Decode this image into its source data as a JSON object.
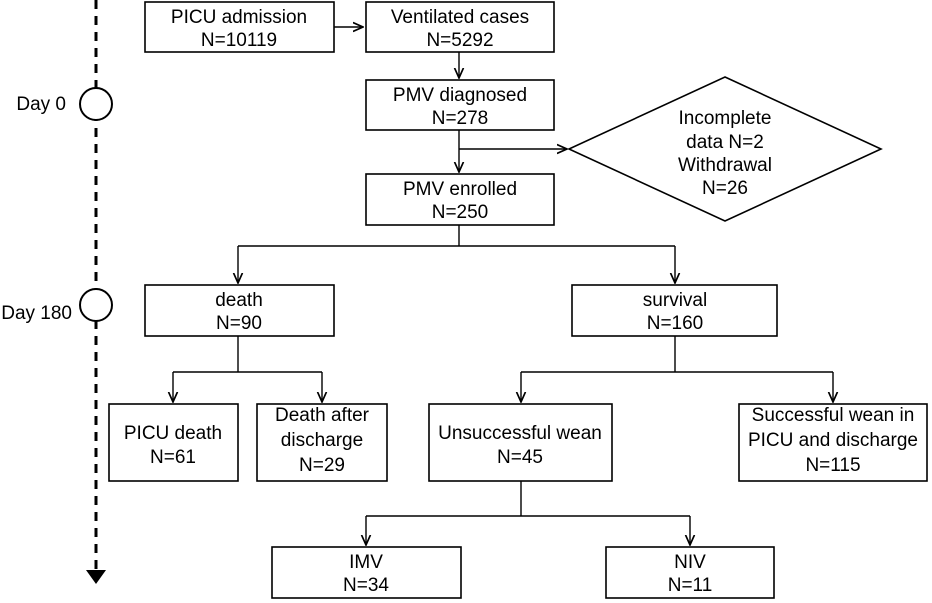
{
  "timeline": {
    "day0_label": "Day 0",
    "day180_label": "Day 180"
  },
  "boxes": {
    "picu_admission": {
      "line1": "PICU admission",
      "line2": "N=10119"
    },
    "ventilated": {
      "line1": "Ventilated cases",
      "line2": "N=5292"
    },
    "pmv_diagnosed": {
      "line1": "PMV diagnosed",
      "line2": "N=278"
    },
    "excluded": {
      "line1": "Incomplete",
      "line2": "data N=2",
      "line3": "Withdrawal",
      "line4": "N=26"
    },
    "pmv_enrolled": {
      "line1": "PMV enrolled",
      "line2": "N=250"
    },
    "death": {
      "line1": "death",
      "line2": "N=90"
    },
    "survival": {
      "line1": "survival",
      "line2": "N=160"
    },
    "picu_death": {
      "line1": "PICU death",
      "line2": "N=61"
    },
    "death_after_discharge": {
      "line1": "Death after",
      "line2": "discharge",
      "line3": "N=29"
    },
    "unsuccessful_wean": {
      "line1": "Unsuccessful wean",
      "line2": "N=45"
    },
    "successful_wean": {
      "line1": "Successful wean in",
      "line2": "PICU and discharge",
      "line3": "N=115"
    },
    "imv": {
      "line1": "IMV",
      "line2": "N=34"
    },
    "niv": {
      "line1": "NIV",
      "line2": "N=11"
    }
  }
}
